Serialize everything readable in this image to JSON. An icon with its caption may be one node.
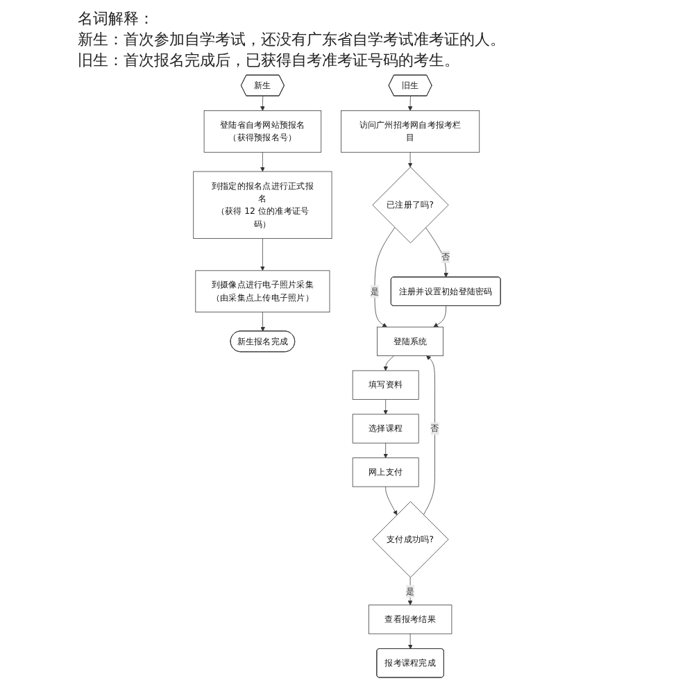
{
  "diagram": {
    "nodes": [
      {
        "text": [
          "新生"
        ]
      },
      {
        "text": [
          "登陆省自考网站预报名",
          "（获得预报名号）"
        ]
      },
      {
        "text": [
          "到指定的报名点进行正式报名",
          "（获得 12 位的准考证号码）"
        ]
      },
      {
        "text": [
          "到摄像点进行电子照片采集",
          "（由采集点上传电子照片）"
        ]
      },
      {
        "text": [
          "新生报名完成"
        ]
      },
      {
        "text": [
          "旧生"
        ]
      },
      {
        "text": [
          "访问广州招考网自考报考栏目"
        ]
      },
      {
        "text": [
          "已注册了吗?"
        ]
      },
      {
        "text": [
          "注册并设置初始登陆密码"
        ]
      },
      {
        "text": [
          "登陆系统"
        ]
      },
      {
        "text": [
          "填写资料"
        ]
      },
      {
        "text": [
          "选择课程"
        ]
      },
      {
        "text": [
          "网上支付"
        ]
      },
      {
        "text": [
          "支付成功吗?"
        ]
      },
      {
        "text": [
          "查看报考结果"
        ]
      },
      {
        "text": [
          "报考课程完成"
        ]
      }
    ],
    "edges": [
      {
        "from": 0,
        "to": 1,
        "arrow": "to"
      },
      {
        "from": 1,
        "to": 2,
        "arrow": "to"
      },
      {
        "from": 2,
        "to": 3,
        "arrow": "to"
      },
      {
        "from": 3,
        "to": 4,
        "arrow": "to"
      },
      {
        "from": 5,
        "to": 6,
        "arrow": "to"
      },
      {
        "from": 6,
        "to": 7,
        "arrow": "to"
      },
      {
        "from": 7,
        "to": 8,
        "label": "否",
        "arrow": "to"
      },
      {
        "from": 7,
        "to": 9,
        "label": "是",
        "arrow": "to"
      },
      {
        "from": 8,
        "to": 9,
        "arrow": "to"
      },
      {
        "from": 9,
        "to": 10,
        "arrow": "to"
      },
      {
        "from": 10,
        "to": 11,
        "arrow": "to"
      },
      {
        "from": 11,
        "to": 12,
        "arrow": "to"
      },
      {
        "from": 12,
        "to": 13,
        "arrow": "to"
      },
      {
        "from": 13,
        "to": 9,
        "label": "否",
        "arrow": "to"
      },
      {
        "from": 13,
        "to": 14,
        "label": "是",
        "arrow": "to"
      },
      {
        "from": 14,
        "to": 15,
        "arrow": "to"
      }
    ],
    "labels": [
      "名词解释：",
      "新生：首次参加自学考试，还没有广东省自学考试准考证的人。",
      "旧生：首次报名完成后，已获得自考准考证号码的考生。"
    ]
  }
}
